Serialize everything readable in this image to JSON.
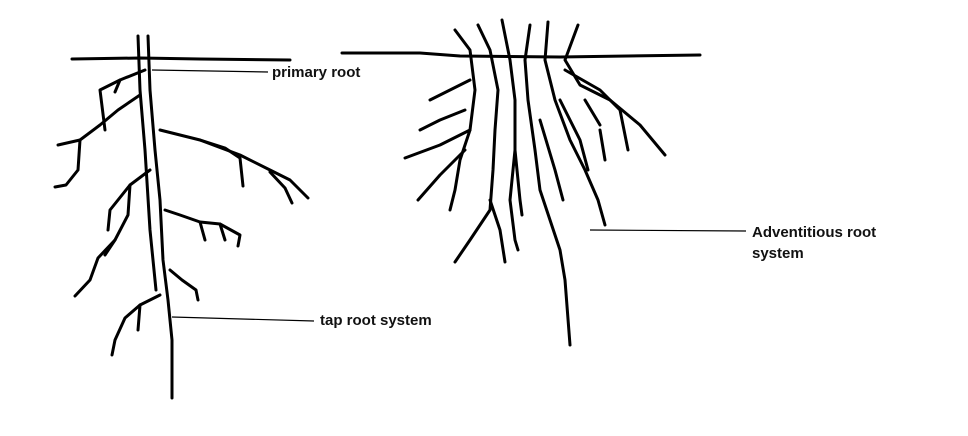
{
  "labels": {
    "primary_root": "primary root",
    "tap_root_system": "tap root system",
    "adventitious_line1": "Adventitious root",
    "adventitious_line2": "system"
  },
  "colors": {
    "ink": "#000000",
    "background": "#ffffff"
  }
}
